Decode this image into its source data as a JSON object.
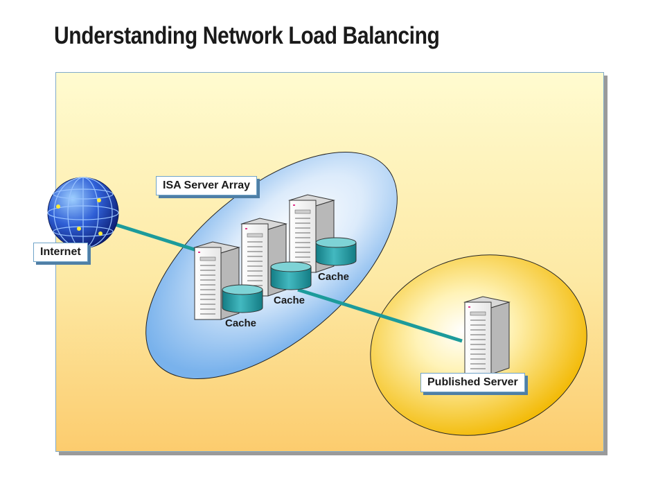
{
  "slide": {
    "title": "Understanding Network Load Balancing"
  },
  "diagram": {
    "labels": {
      "internet": "Internet",
      "array": "ISA Server Array",
      "published": "Published Server"
    },
    "caches": [
      "Cache",
      "Cache",
      "Cache"
    ]
  },
  "colors": {
    "panel_top": "#fffbd0",
    "panel_bottom": "#fccc6e",
    "array_ellipse": "#a6ccf3",
    "published_ellipse": "#f6c42b",
    "link_line": "#1c9b9b",
    "cache_cylinder": "#2f9fa7"
  },
  "icons": [
    "globe-icon",
    "server-icon",
    "cache-cylinder-icon"
  ]
}
